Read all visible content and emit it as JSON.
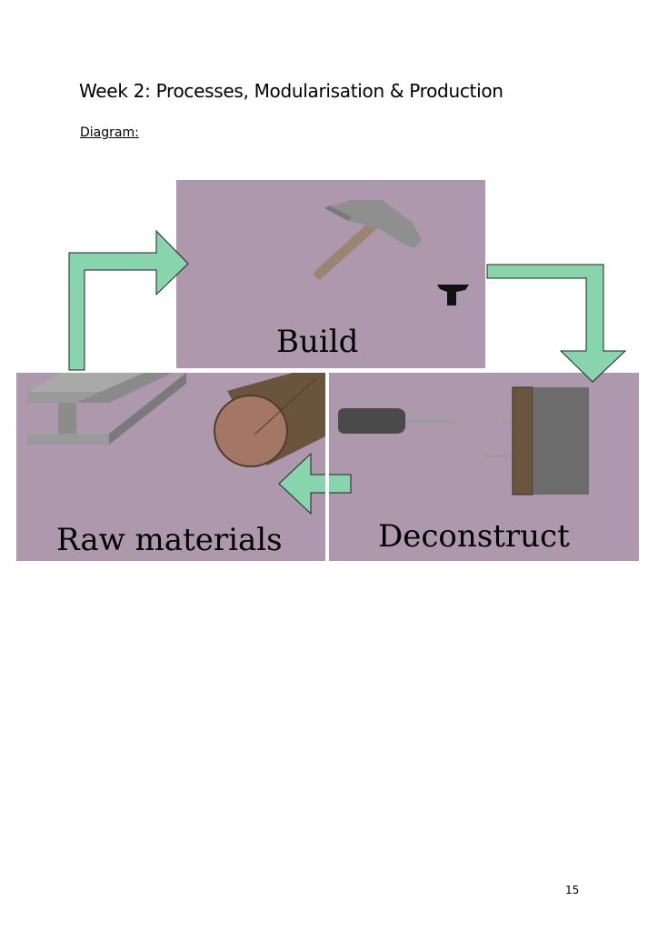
{
  "page": {
    "title": "Week 2: Processes, Modularisation & Production",
    "section_label": "Diagram:",
    "page_number": "15"
  },
  "diagram": {
    "stages": [
      {
        "id": "build",
        "label": "Build"
      },
      {
        "id": "deconstruct",
        "label": "Deconstruct"
      },
      {
        "id": "raw",
        "label": "Raw materials"
      }
    ],
    "colors": {
      "box": "#ae98ad",
      "arrow": "#88d4ad"
    },
    "icons": {
      "build": [
        "hammer-icon",
        "anvil-icon"
      ],
      "raw": [
        "steel-beam-icon",
        "log-icon"
      ],
      "deconstruct": [
        "screwdriver-icon",
        "screws-icon",
        "wall-panel-icon"
      ]
    }
  }
}
